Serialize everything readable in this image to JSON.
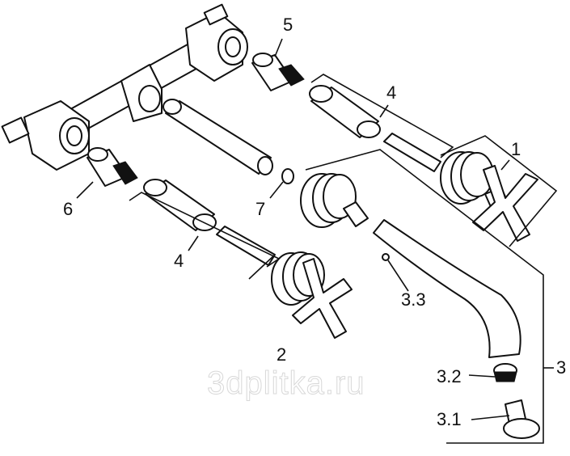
{
  "labels": {
    "cartridge_top": "5",
    "extension_top": "4",
    "handle_set_right": "1",
    "cartridge_bottom": "6",
    "o_ring": "7",
    "extension_bottom": "4",
    "ball": "3.3",
    "handle_set_left": "2",
    "spout_set": "3",
    "aerator": "3.2",
    "aerator_key": "3.1"
  },
  "watermark": "3dplitka.ru"
}
